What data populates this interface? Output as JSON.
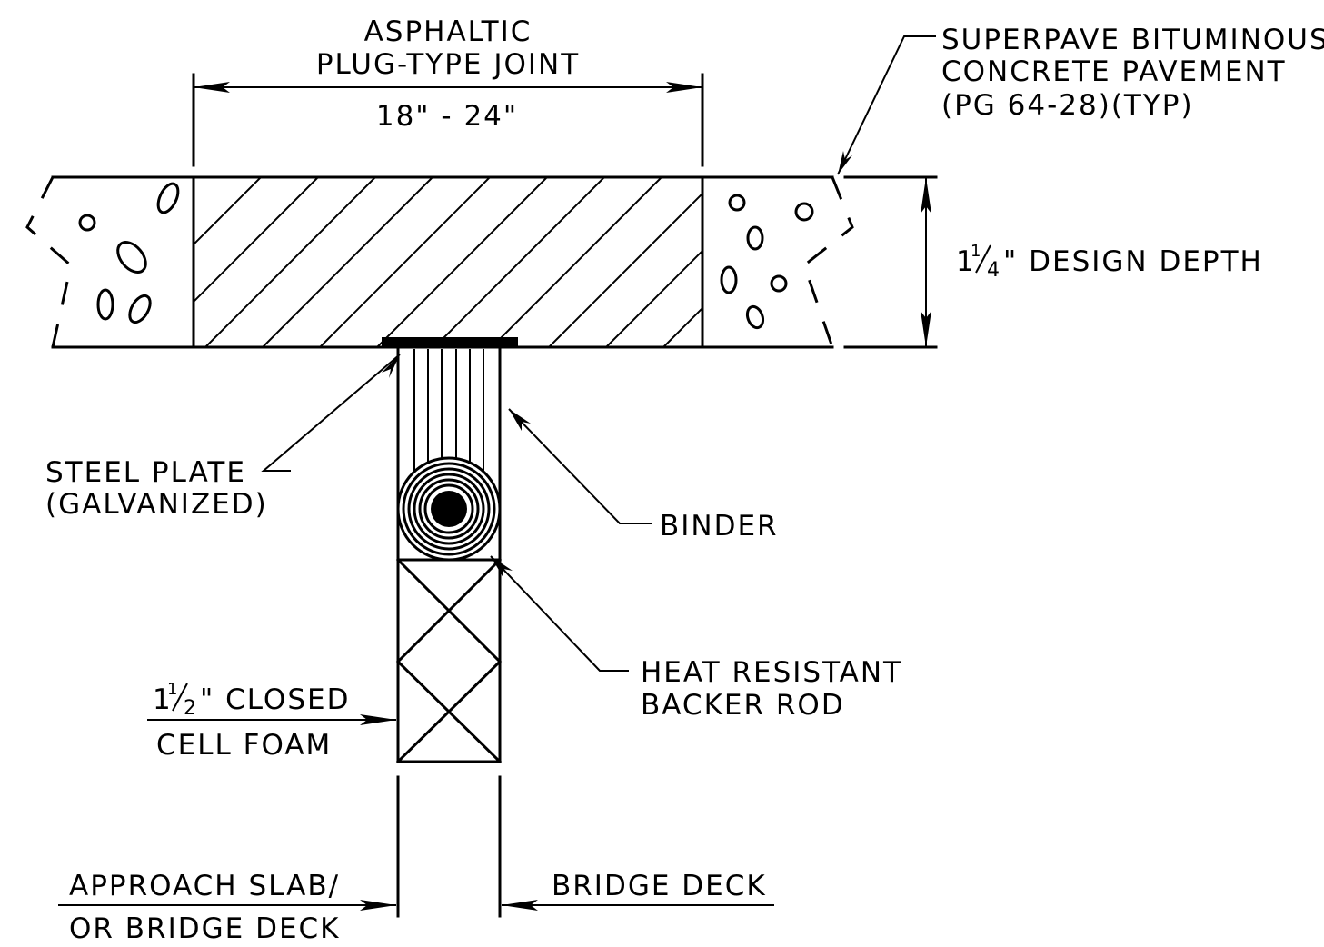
{
  "labels": {
    "joint_title_1": "ASPHALTIC",
    "joint_title_2": "PLUG-TYPE JOINT",
    "joint_width": "18\" - 24\"",
    "pavement_1": "SUPERPAVE BITUMINOUS",
    "pavement_2": "CONCRETE PAVEMENT",
    "pavement_3": "(PG 64-28)(TYP)",
    "depth_whole": "1",
    "depth_num": "1",
    "depth_den": "4",
    "depth_text": "\" DESIGN DEPTH",
    "steel_1": "STEEL PLATE",
    "steel_2": "(GALVANIZED)",
    "binder": "BINDER",
    "backer_1": "HEAT RESISTANT",
    "backer_2": "BACKER ROD",
    "foam_whole": "1",
    "foam_num": "1",
    "foam_den": "2",
    "foam_text": "\" CLOSED",
    "foam_2": "CELL FOAM",
    "approach_1": "APPROACH SLAB/",
    "approach_2": "OR BRIDGE DECK",
    "bridge": "BRIDGE DECK"
  }
}
